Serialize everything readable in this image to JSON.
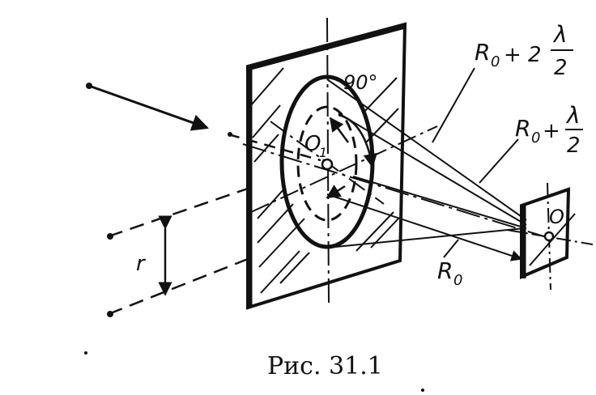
{
  "labels": {
    "angle": "90°",
    "center_hole": "O",
    "center_hole_sub": "1",
    "observation_point": "O",
    "r0": "R",
    "r0_sub": "0",
    "ray1_plus": "+",
    "ray1_lambda": "λ",
    "ray1_den": "2",
    "ray2_plus": "+ 2",
    "ray2_lambda": "λ",
    "ray2_den": "2",
    "beam_radius": "r"
  },
  "caption": "Рис. 31.1"
}
